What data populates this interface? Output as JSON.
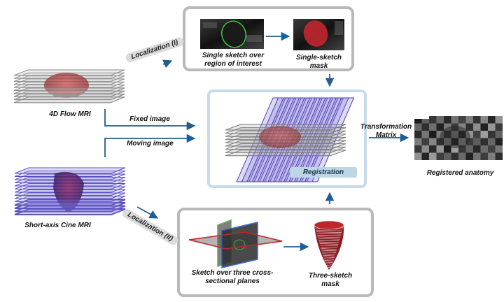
{
  "labels": {
    "flow_mri": "4D Flow MRI",
    "cine_mri": "Short-axis Cine MRI",
    "fixed_image": "Fixed image",
    "moving_image": "Moving image",
    "localization_1": "Localization (I)",
    "localization_2": "Localization (II)",
    "single_sketch_roi": "Single sketch over region of interest",
    "single_sketch_mask": "Single-sketch mask",
    "registration": "Registration",
    "transformation_matrix": "Transformation Matrix",
    "registered_anatomy": "Registered anatomy",
    "sketch_three_planes": "Sketch over three cross-sectional planes",
    "three_sketch_mask": "Three-sketch mask"
  },
  "colors": {
    "box_gray": "#b9b9b9",
    "box_blue": "#c6dcea",
    "arrow_blue": "#1f5e94",
    "flow_stack": "#9a9a9a",
    "cine_stack": "#6d63c9",
    "mask_red": "#c0272d",
    "roi_outline": "#3fc43f"
  }
}
